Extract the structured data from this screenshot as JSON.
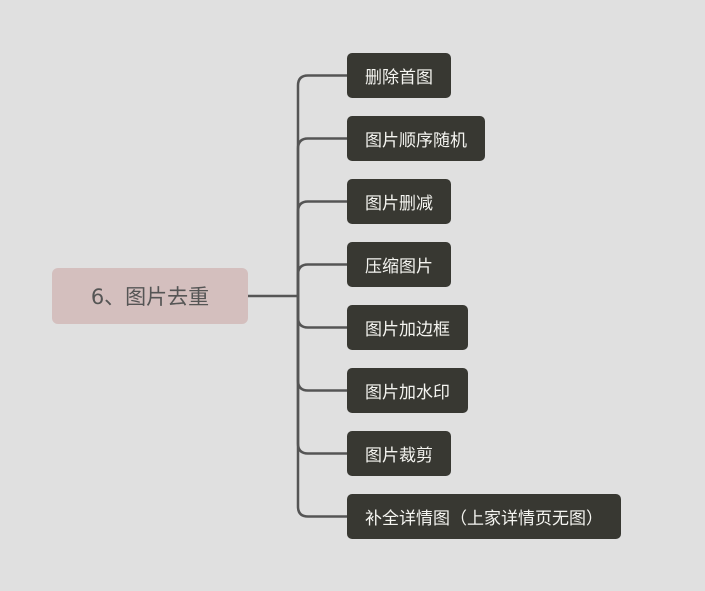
{
  "root": {
    "label": "6、图片去重"
  },
  "children": [
    {
      "label": "删除首图"
    },
    {
      "label": "图片顺序随机"
    },
    {
      "label": "图片删减"
    },
    {
      "label": "压缩图片"
    },
    {
      "label": "图片加边框"
    },
    {
      "label": "图片加水印"
    },
    {
      "label": "图片裁剪"
    },
    {
      "label": "补全详情图（上家详情页无图）"
    }
  ],
  "colors": {
    "background": "#e0e0e0",
    "root": "#d4bfbe",
    "node": "#383832",
    "line": "#555555"
  }
}
